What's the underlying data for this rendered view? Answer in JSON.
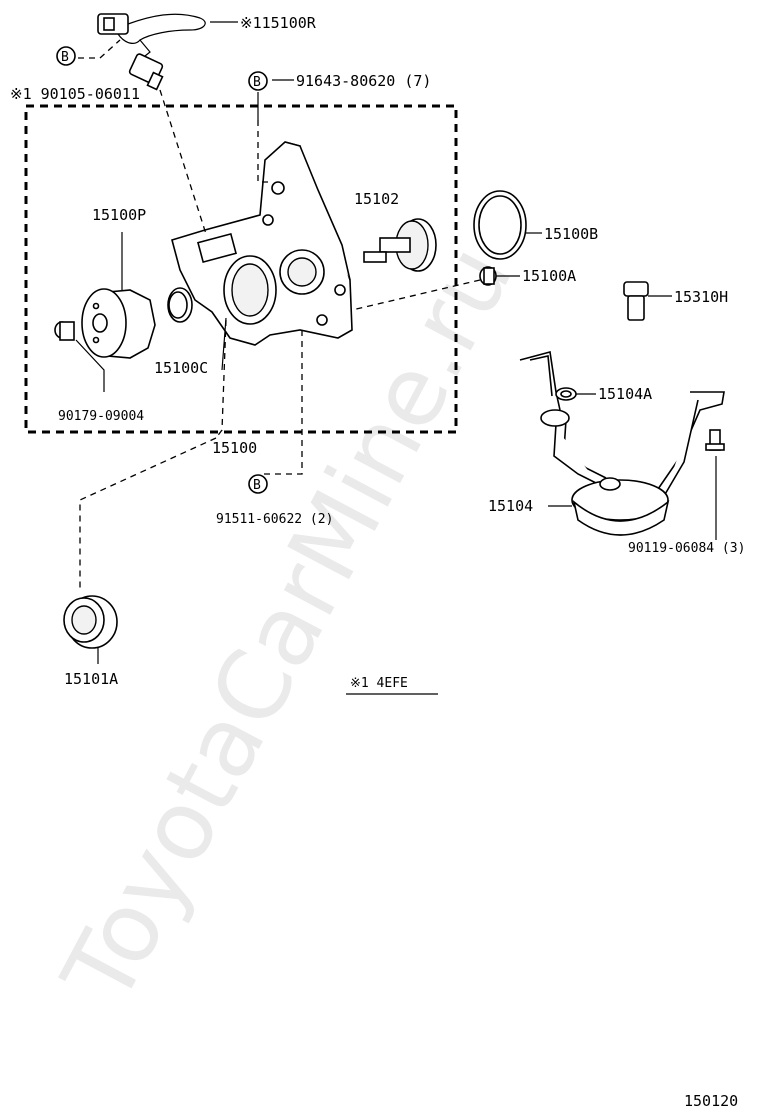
{
  "watermark": "ToyotaCarMine.ru",
  "diagram_code": "150120",
  "engine_note": "※1 4EFE",
  "bolt_marker": "B",
  "parts": {
    "sensor": "※115100R",
    "sensor_bolt": "※1 90105-06011",
    "cover_bolt": "91643-80620 (7)",
    "rotor_set": "15102",
    "o_ring": "15100B",
    "plug": "15100A",
    "relief_valve": "15310H",
    "gasket": "15104A",
    "strainer": "15104",
    "strainer_bolt": "90119-06084 (3)",
    "drive_gear": "15100P",
    "oil_seal_c": "15100C",
    "plug_bolt": "90179-09004",
    "pump_assy": "15100",
    "pump_bolt": "91511-60622 (2)",
    "oil_seal_a": "15101A"
  }
}
